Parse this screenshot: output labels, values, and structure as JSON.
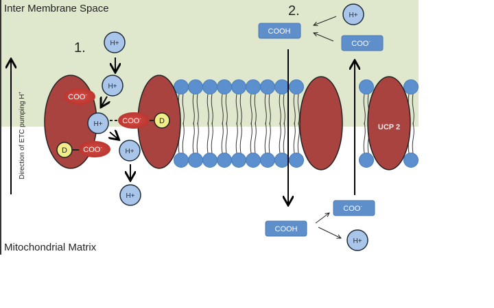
{
  "regions": {
    "top_label": "Inter Membrane Space",
    "bottom_label": "Mitochondrial Matrix"
  },
  "side_axis": {
    "label": "Direction of ETC pumping H",
    "superscript": "+"
  },
  "steps": {
    "step1": "1.",
    "step2": "2."
  },
  "particles": {
    "proton": "H+",
    "carboxylate": "COO",
    "carboxylate_charge": "-",
    "carboxylic_acid": "COOH",
    "donor": "D"
  },
  "proteins": {
    "ucp": "UCP 2"
  },
  "colors": {
    "ims_background": "#dfe7cd",
    "protein": "#a9433f",
    "lipid_head": "#5b8fcd",
    "proton_fill": "#a9c6ea",
    "box_fill": "#5e8fcb",
    "donor_fill": "#f0ee8a",
    "carboxylate_fill": "#c0423c"
  }
}
